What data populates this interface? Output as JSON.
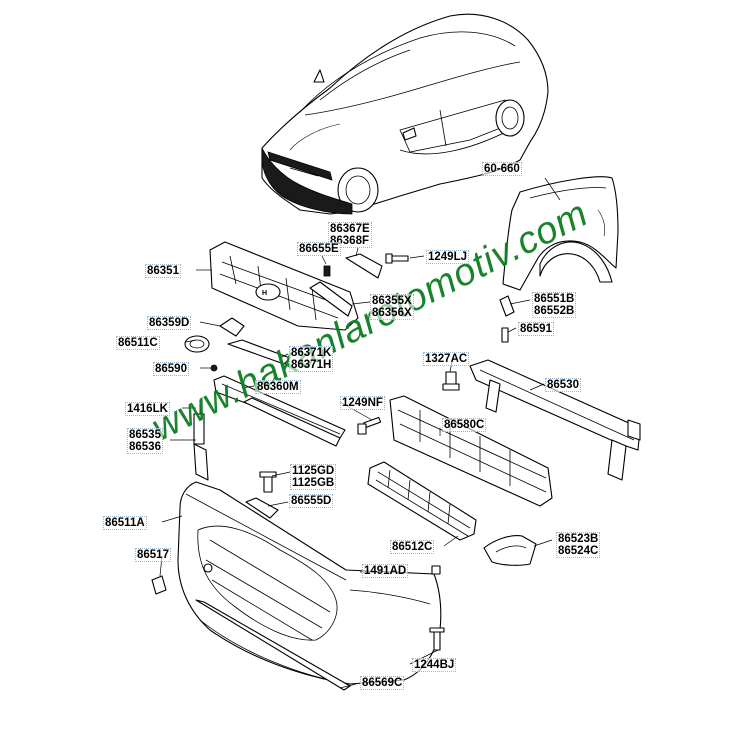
{
  "watermark": "www.hakanlarotomotiv.com",
  "labels": {
    "p60660": "60-660",
    "p86367e": "86367E",
    "p86368f": "86368F",
    "p86655e": "86655E",
    "p1249lj": "1249LJ",
    "p86351": "86351",
    "p86355x": "86355X",
    "p86356x": "86356X",
    "p86551b": "86551B",
    "p86552b": "86552B",
    "p86359d": "86359D",
    "p86591": "86591",
    "p86511c": "86511C",
    "p86371k": "86371K",
    "p86371h": "86371H",
    "p1327ac": "1327AC",
    "p86590": "86590",
    "p86360m": "86360M",
    "p86530": "86530",
    "p1416lk": "1416LK",
    "p1249nf": "1249NF",
    "p86535": "86535",
    "p86536": "86536",
    "p86580c": "86580C",
    "p1125gd": "1125GD",
    "p1125gb": "1125GB",
    "p86555d": "86555D",
    "p86511a": "86511A",
    "p86523b": "86523B",
    "p86524c": "86524C",
    "p86512c": "86512C",
    "p86517": "86517",
    "p1491ad": "1491AD",
    "p1244bj": "1244BJ",
    "p86569c": "86569C"
  },
  "colors": {
    "watermark": "#0b7d1f",
    "label_box": "#9bb7d0",
    "line": "#000000"
  }
}
